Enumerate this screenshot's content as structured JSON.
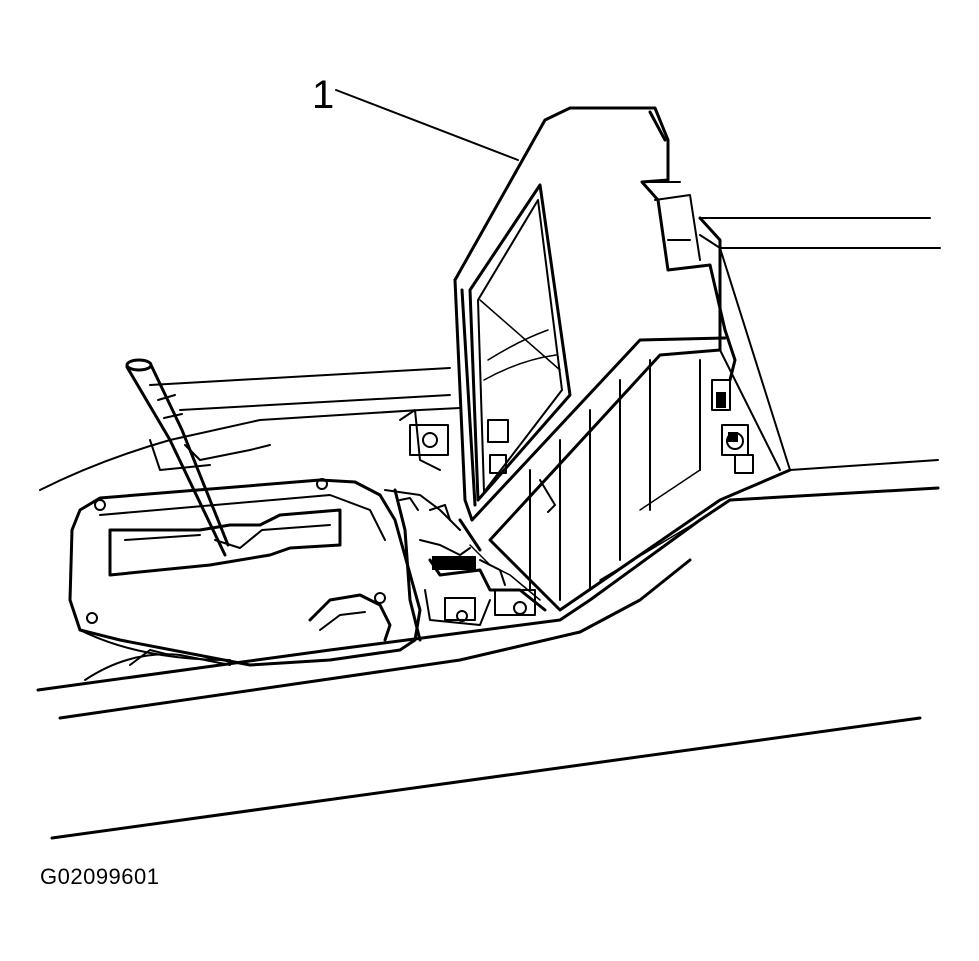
{
  "diagram": {
    "callouts": [
      {
        "label": "1",
        "target": "center-console-armrest-lid"
      }
    ],
    "figure_id": "G02099601",
    "colors": {
      "line": "#000000",
      "background": "#ffffff"
    }
  }
}
